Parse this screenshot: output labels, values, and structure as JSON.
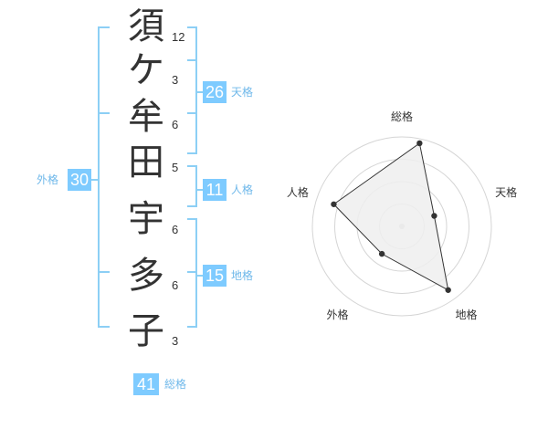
{
  "name": {
    "characters": [
      {
        "char": "須",
        "strokes": "12"
      },
      {
        "char": "ケ",
        "strokes": "3"
      },
      {
        "char": "牟",
        "strokes": "6"
      },
      {
        "char": "田",
        "strokes": "5"
      },
      {
        "char": "宇",
        "strokes": "6"
      },
      {
        "char": "多",
        "strokes": "6"
      },
      {
        "char": "子",
        "strokes": "3"
      }
    ]
  },
  "fortune": {
    "tenkaku": {
      "value": "26",
      "label": "天格"
    },
    "jinkaku": {
      "value": "11",
      "label": "人格"
    },
    "chikaku": {
      "value": "15",
      "label": "地格"
    },
    "gaikaku": {
      "value": "30",
      "label": "外格"
    },
    "soukaku": {
      "value": "41",
      "label": "総格"
    }
  },
  "colors": {
    "accent": "#7ecbff",
    "label": "#6fb8ea",
    "bracket": "#8ccff5",
    "text": "#333333",
    "grid": "#d5d5d5",
    "fill": "#efefef"
  },
  "chart_data": {
    "type": "radar",
    "axes": [
      "総格",
      "天格",
      "地格",
      "外格",
      "人格"
    ],
    "values": [
      0.95,
      0.38,
      0.88,
      0.38,
      0.8
    ],
    "scale": [
      0,
      1
    ],
    "rings": 4
  }
}
